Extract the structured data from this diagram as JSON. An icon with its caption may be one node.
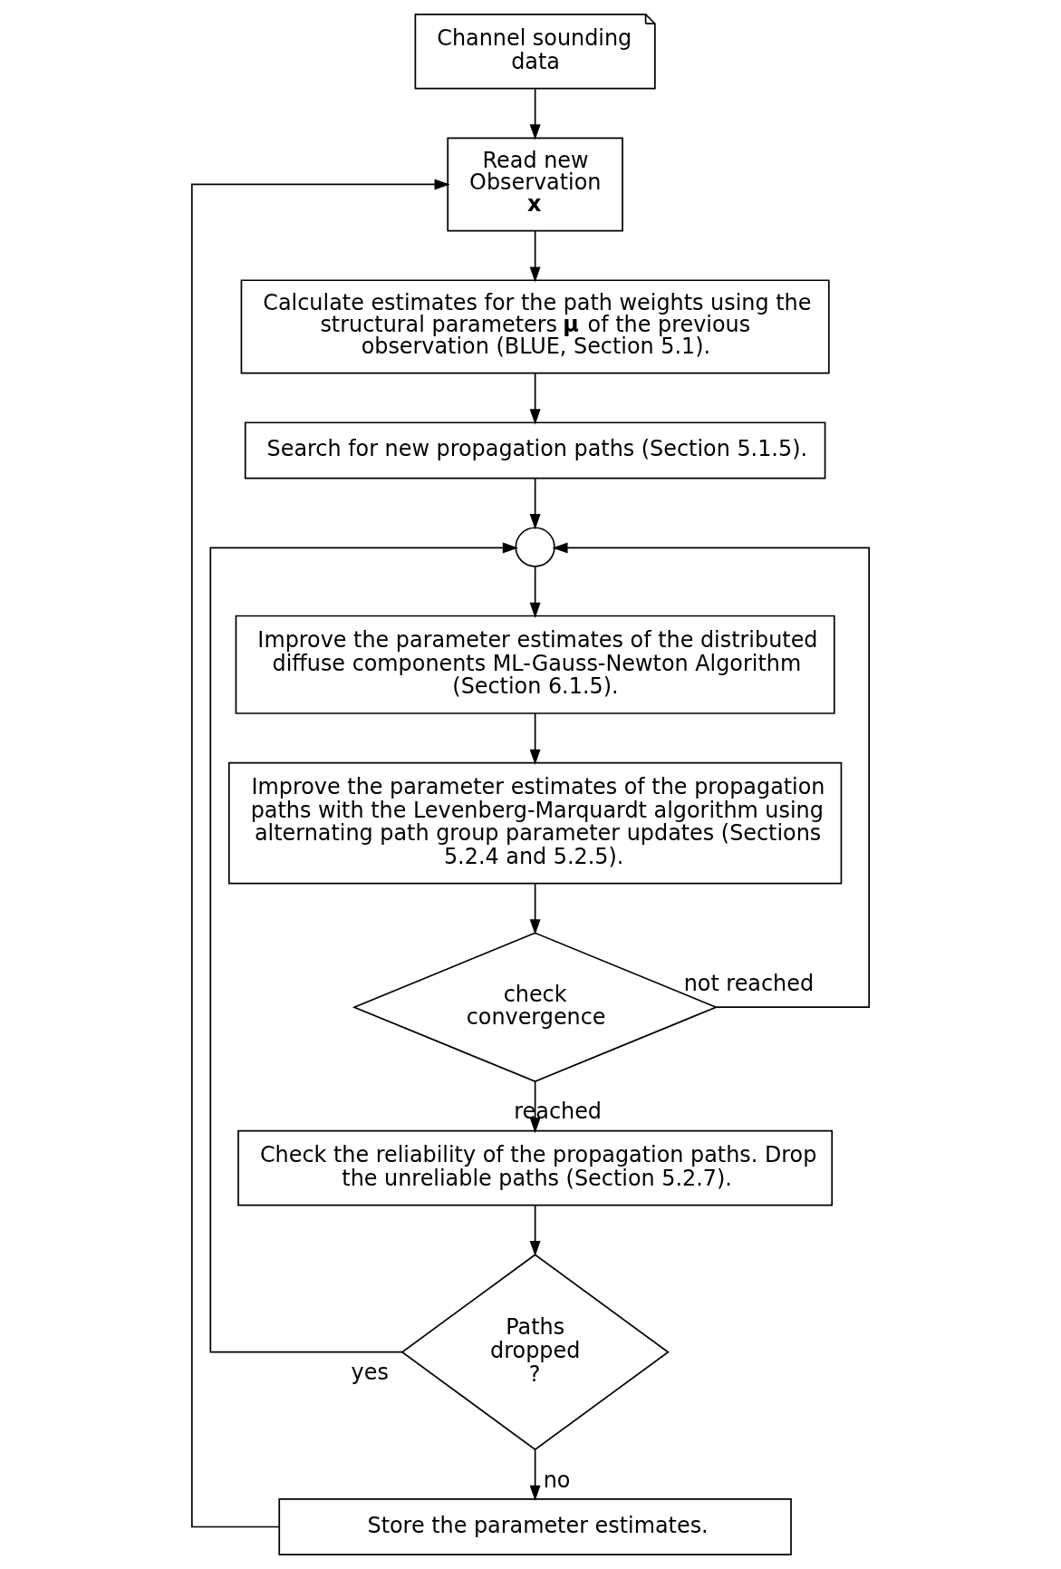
{
  "diagram": {
    "nodes": [
      {
        "text": [
          "Channel sounding data"
        ]
      },
      {
        "text": [
          "Read new Observation **x**"
        ]
      },
      {
        "text": [
          "Calculate estimates for the path weights using the structural parameters **μ** of the previous observation (BLUE, Section 5.1)."
        ]
      },
      {
        "text": [
          "Search for new propagation paths (Section 5.1.5)."
        ]
      },
      {
        "text": [],
        "shape": "circle"
      },
      {
        "text": [
          "Improve the parameter estimates of the distributed diffuse components ML-Gauss-Newton Algorithm (Section 6.1.5)."
        ]
      },
      {
        "text": [
          "Improve the parameter estimates of the propagation paths with the Levenberg-Marquardt algorithm using alternating path group parameter updates (Sections 5.2.4 and 5.2.5)."
        ]
      },
      {
        "text": [
          "check convergence"
        ]
      },
      {
        "text": [
          "Check the reliability of the propagation paths. Drop the unreliable paths (Section 5.2.7)."
        ]
      },
      {
        "text": [
          "Paths dropped ?"
        ]
      },
      {
        "text": [
          "Store the parameter estimates."
        ]
      }
    ],
    "edges": [
      {
        "from": 0,
        "to": 1,
        "arrow": "to"
      },
      {
        "from": 1,
        "to": 2,
        "arrow": "to"
      },
      {
        "from": 2,
        "to": 3,
        "arrow": "to"
      },
      {
        "from": 3,
        "to": 4,
        "arrow": "to"
      },
      {
        "from": 4,
        "to": 5,
        "arrow": "to"
      },
      {
        "from": 5,
        "to": 6,
        "arrow": "to"
      },
      {
        "from": 6,
        "to": 7,
        "arrow": "to"
      },
      {
        "from": 7,
        "to": 4,
        "arrow": "to",
        "label": "not reached"
      },
      {
        "from": 7,
        "to": 8,
        "arrow": "to",
        "label": "reached"
      },
      {
        "from": 8,
        "to": 9,
        "arrow": "to"
      },
      {
        "from": 9,
        "to": 4,
        "arrow": "to",
        "label": "yes"
      },
      {
        "from": 9,
        "to": 10,
        "arrow": "to",
        "label": "no"
      },
      {
        "from": 10,
        "to": 1,
        "arrow": "to"
      }
    ]
  }
}
